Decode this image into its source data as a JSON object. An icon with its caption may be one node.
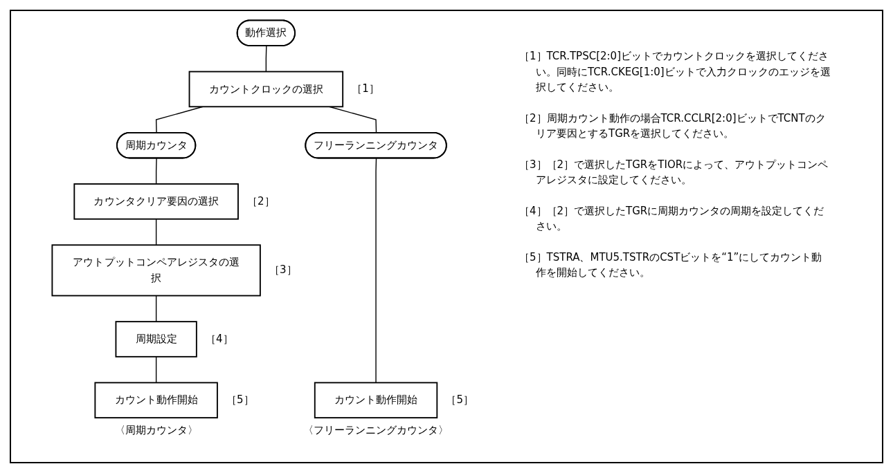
{
  "diagram": {
    "nodes": [
      {
        "text": [
          "動作選択"
        ]
      },
      {
        "text": [
          "カウントクロックの選択"
        ],
        "beside": [
          "［1］"
        ]
      },
      {
        "text": [
          "周期カウンタ"
        ]
      },
      {
        "text": [
          "フリーランニングカウンタ"
        ]
      },
      {
        "text": [
          "カウンタクリア要因の選択"
        ],
        "beside": [
          "［2］"
        ]
      },
      {
        "text": [
          "アウトプットコンペアレジスタの選択"
        ],
        "beside": [
          "［3］"
        ]
      },
      {
        "text": [
          "周期設定"
        ],
        "beside": [
          "［4］"
        ]
      },
      {
        "text": [
          "カウント動作開始"
        ],
        "beside": [
          "［5］",
          "〈周期カウンタ〉"
        ]
      },
      {
        "text": [
          "カウント動作開始"
        ],
        "beside": [
          "［5］",
          "〈フリーランニングカウンタ〉"
        ]
      }
    ],
    "edges": [
      {
        "from": 0,
        "to": 1,
        "arrow": "none"
      },
      {
        "from": 1,
        "to": 2,
        "arrow": "none"
      },
      {
        "from": 1,
        "to": 3,
        "arrow": "none"
      },
      {
        "from": 2,
        "to": 4,
        "arrow": "none"
      },
      {
        "from": 4,
        "to": 5,
        "arrow": "none"
      },
      {
        "from": 5,
        "to": 6,
        "arrow": "none"
      },
      {
        "from": 6,
        "to": 7,
        "arrow": "none"
      },
      {
        "from": 3,
        "to": 8,
        "arrow": "none"
      }
    ],
    "labels": [
      "［1］TCR.TPSC[2:0]ビットでカウントクロックを選択してください。同時にTCR.CKEG[1:0]ビットで入力クロックのエッジを選択してください。",
      "［2］周期カウント動作の場合TCR.CCLR[2:0]ビットでTCNTのクリア要因とするTGRを選択してください。",
      "［3］［2］で選択したTGRをTIORによって、アウトプットコンペアレジスタに設定してください。",
      "［4］［2］で選択したTGRに周期カウンタの周期を設定してください。",
      "［5］TSTRA、MTU5.TSTRのCSTビットを“1”にしてカウント動作を開始してください。"
    ]
  }
}
